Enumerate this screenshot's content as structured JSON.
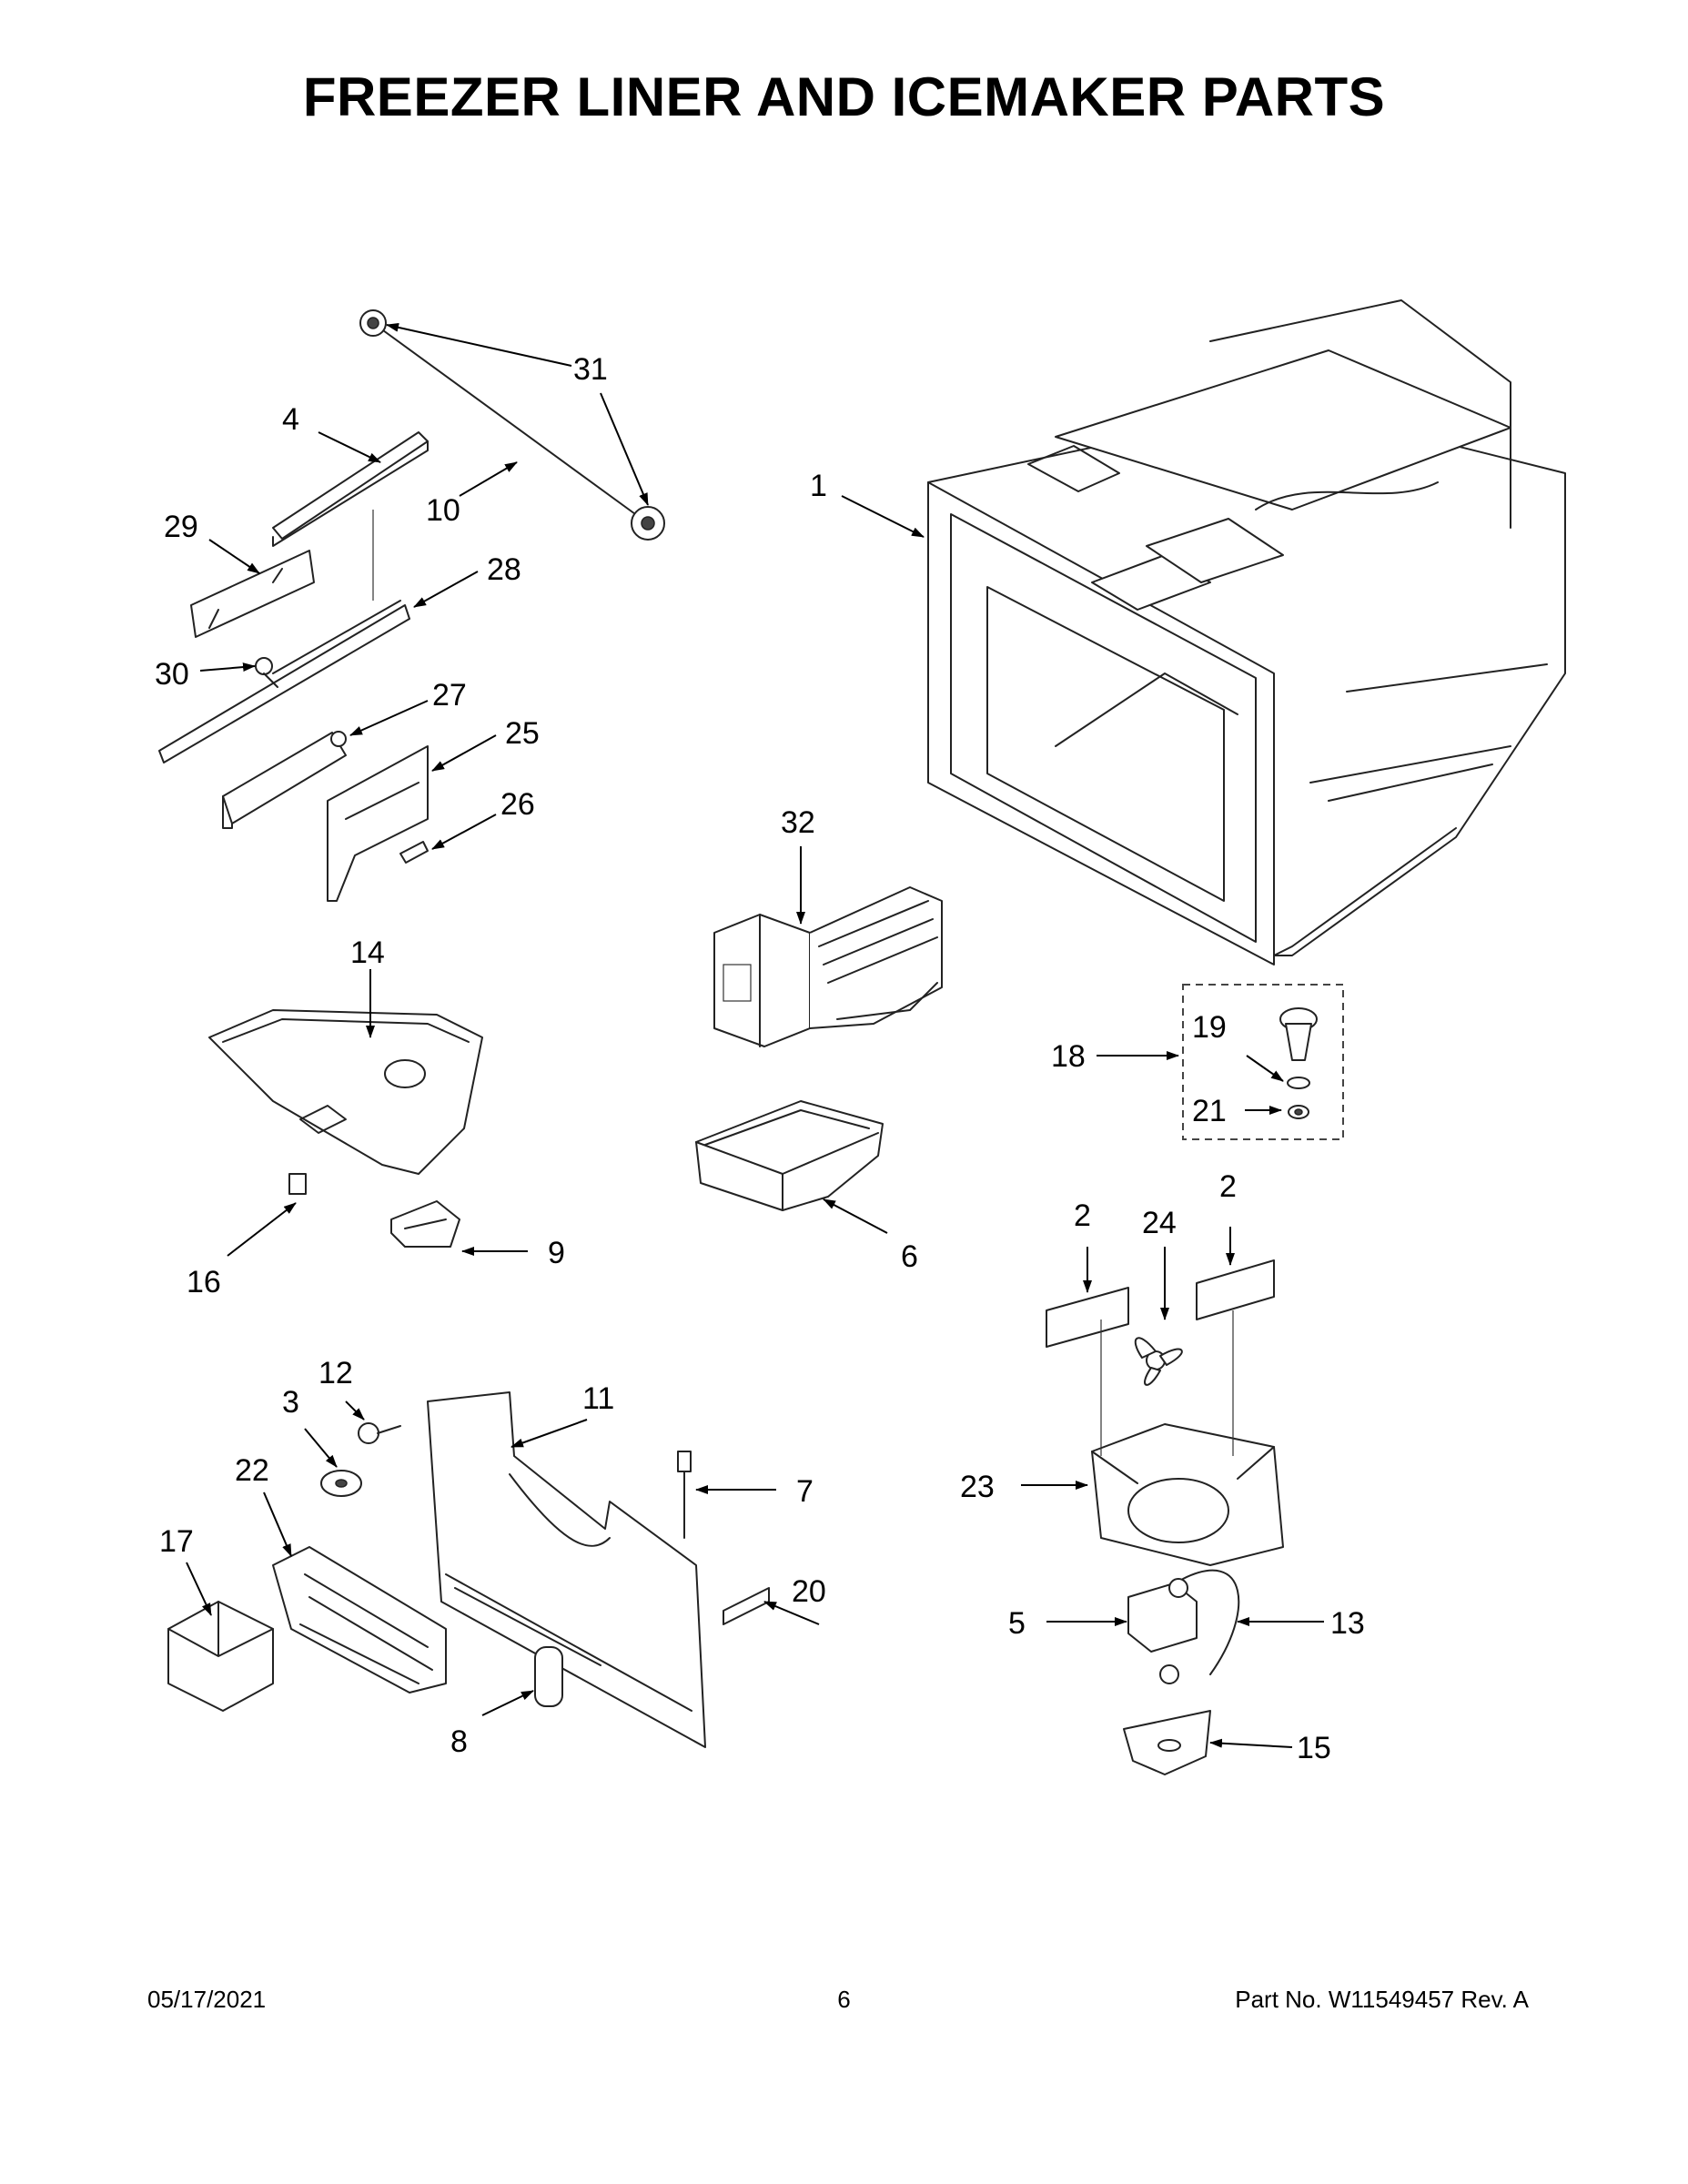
{
  "title": "FREEZER LINER AND ICEMAKER PARTS",
  "footer": {
    "date": "05/17/2021",
    "page": "6",
    "part_no": "Part No.  W11549457  Rev.  A"
  },
  "callouts": {
    "c1": "1",
    "c2a": "2",
    "c2b": "2",
    "c3": "3",
    "c4": "4",
    "c5": "5",
    "c6": "6",
    "c7": "7",
    "c8": "8",
    "c9": "9",
    "c10": "10",
    "c11": "11",
    "c12": "12",
    "c13": "13",
    "c14": "14",
    "c15": "15",
    "c16": "16",
    "c17": "17",
    "c18": "18",
    "c19": "19",
    "c20": "20",
    "c21": "21",
    "c22": "22",
    "c23": "23",
    "c24": "24",
    "c25": "25",
    "c26": "26",
    "c27": "27",
    "c28": "28",
    "c29": "29",
    "c30": "30",
    "c31": "31",
    "c32": "32"
  }
}
